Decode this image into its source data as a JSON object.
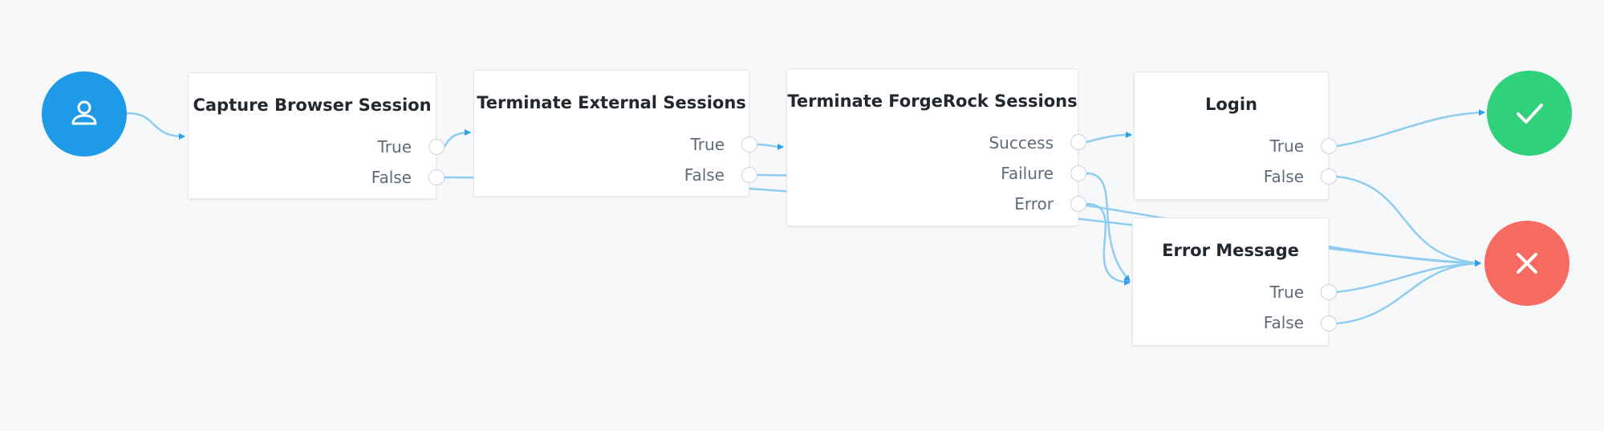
{
  "colors": {
    "background": "#f7f8fa",
    "start": "#1f9ae9",
    "success": "#2fd17a",
    "failure": "#f76b62",
    "edge": "#8ecdf0",
    "edge_arrow": "#2c9fe6"
  },
  "start_node": {
    "icon": "user-icon"
  },
  "success_node": {
    "icon": "checkmark-icon"
  },
  "failure_node": {
    "icon": "close-icon"
  },
  "nodes": [
    {
      "title": "Capture Browser Session",
      "outcomes": [
        "True",
        "False"
      ]
    },
    {
      "title": "Terminate External Sessions",
      "outcomes": [
        "True",
        "False"
      ]
    },
    {
      "title": "Terminate ForgeRock Sessions",
      "outcomes": [
        "Success",
        "Failure",
        "Error"
      ]
    },
    {
      "title": "Login",
      "outcomes": [
        "True",
        "False"
      ]
    },
    {
      "title": "Error Message",
      "outcomes": [
        "True",
        "False"
      ]
    }
  ]
}
